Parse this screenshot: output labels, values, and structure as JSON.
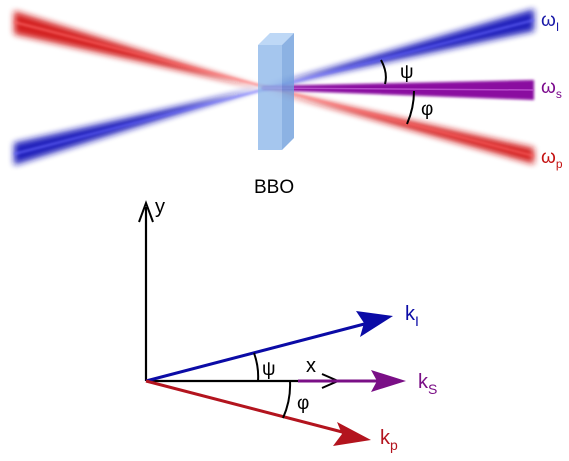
{
  "top_diagram": {
    "crystal_label": "BBO",
    "beam_labels": {
      "idler": "ω",
      "idler_sub": "I",
      "signal": "ω",
      "signal_sub": "s",
      "pump": "ω",
      "pump_sub": "p"
    },
    "angle_labels": {
      "psi": "ψ",
      "phi": "φ"
    },
    "colors": {
      "idler": "#1a1aa8",
      "signal": "#7b0a8c",
      "pump": "#c41212",
      "crystal": "#8fb8ea"
    }
  },
  "vector_diagram": {
    "axis_y_label": "y",
    "axis_x_label": "x",
    "vector_labels": {
      "idler": "k",
      "idler_sub": "I",
      "signal": "k",
      "signal_sub": "S",
      "pump": "k",
      "pump_sub": "p"
    },
    "angle_labels": {
      "psi": "ψ",
      "phi": "φ"
    },
    "colors": {
      "idler": "#0b0ba6",
      "signal": "#7a0f86",
      "pump": "#b3141e",
      "axis": "#000000"
    }
  }
}
